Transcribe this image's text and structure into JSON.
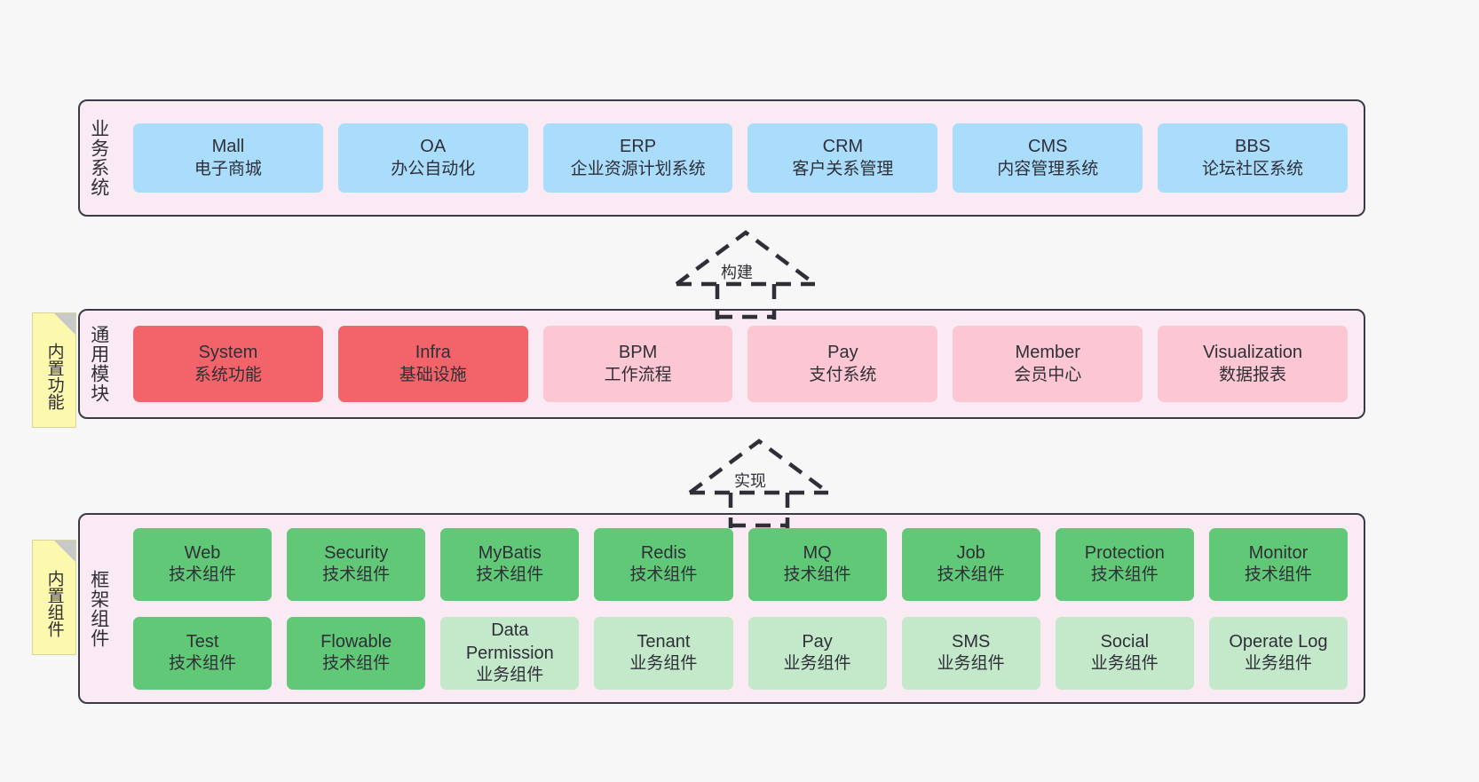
{
  "canvas": {
    "background": "#f7f7f7",
    "panel_fill": "#f9eaf3",
    "panel_border": "#3b3b47"
  },
  "palette": {
    "business_system": "#aadcfb",
    "core_module_strong": "#f2646a",
    "core_module_light": "#fcc7d3",
    "tech_component": "#61c878",
    "biz_component": "#c3e8ca",
    "sticky_note": "#fcf8ad",
    "sticky_fold": "#c9c9c9"
  },
  "layers": [
    {
      "id": "business-system",
      "label": "业务系统",
      "rows": [
        {
          "id": "business-system-row",
          "color_key": "business_system",
          "nodes": [
            {
              "en": "Mall",
              "cn": "电子商城"
            },
            {
              "en": "OA",
              "cn": "办公自动化"
            },
            {
              "en": "ERP",
              "cn": "企业资源计划系统"
            },
            {
              "en": "CRM",
              "cn": "客户关系管理"
            },
            {
              "en": "CMS",
              "cn": "内容管理系统"
            },
            {
              "en": "BBS",
              "cn": "论坛社区系统"
            }
          ]
        }
      ]
    },
    {
      "id": "common-module",
      "label": "通用模块",
      "sticky": "内置功能",
      "rows": [
        {
          "id": "common-module-row",
          "nodes": [
            {
              "en": "System",
              "cn": "系统功能",
              "color_key": "core_module_strong"
            },
            {
              "en": "Infra",
              "cn": "基础设施",
              "color_key": "core_module_strong"
            },
            {
              "en": "BPM",
              "cn": "工作流程",
              "color_key": "core_module_light"
            },
            {
              "en": "Pay",
              "cn": "支付系统",
              "color_key": "core_module_light"
            },
            {
              "en": "Member",
              "cn": "会员中心",
              "color_key": "core_module_light"
            },
            {
              "en": "Visualization",
              "cn": "数据报表",
              "color_key": "core_module_light"
            }
          ]
        }
      ]
    },
    {
      "id": "framework-component",
      "label": "框架组件",
      "sticky": "内置组件",
      "rows": [
        {
          "id": "tech-component-row",
          "color_key": "tech_component",
          "nodes": [
            {
              "en": "Web",
              "cn": "技术组件"
            },
            {
              "en": "Security",
              "cn": "技术组件"
            },
            {
              "en": "MyBatis",
              "cn": "技术组件"
            },
            {
              "en": "Redis",
              "cn": "技术组件"
            },
            {
              "en": "MQ",
              "cn": "技术组件"
            },
            {
              "en": "Job",
              "cn": "技术组件"
            },
            {
              "en": "Protection",
              "cn": "技术组件"
            },
            {
              "en": "Monitor",
              "cn": "技术组件"
            }
          ]
        },
        {
          "id": "biz-component-row",
          "color_key": "biz_component",
          "nodes": [
            {
              "en": "Test",
              "cn": "技术组件",
              "color_key": "tech_component"
            },
            {
              "en": "Flowable",
              "cn": "技术组件",
              "color_key": "tech_component"
            },
            {
              "en": "Data Permission",
              "cn": "业务组件"
            },
            {
              "en": "Tenant",
              "cn": "业务组件"
            },
            {
              "en": "Pay",
              "cn": "业务组件"
            },
            {
              "en": "SMS",
              "cn": "业务组件"
            },
            {
              "en": "Social",
              "cn": "业务组件"
            },
            {
              "en": "Operate Log",
              "cn": "业务组件"
            }
          ]
        }
      ]
    }
  ],
  "connectors": [
    {
      "id": "build-arrow",
      "label": "构建"
    },
    {
      "id": "implement-arrow",
      "label": "实现"
    }
  ]
}
